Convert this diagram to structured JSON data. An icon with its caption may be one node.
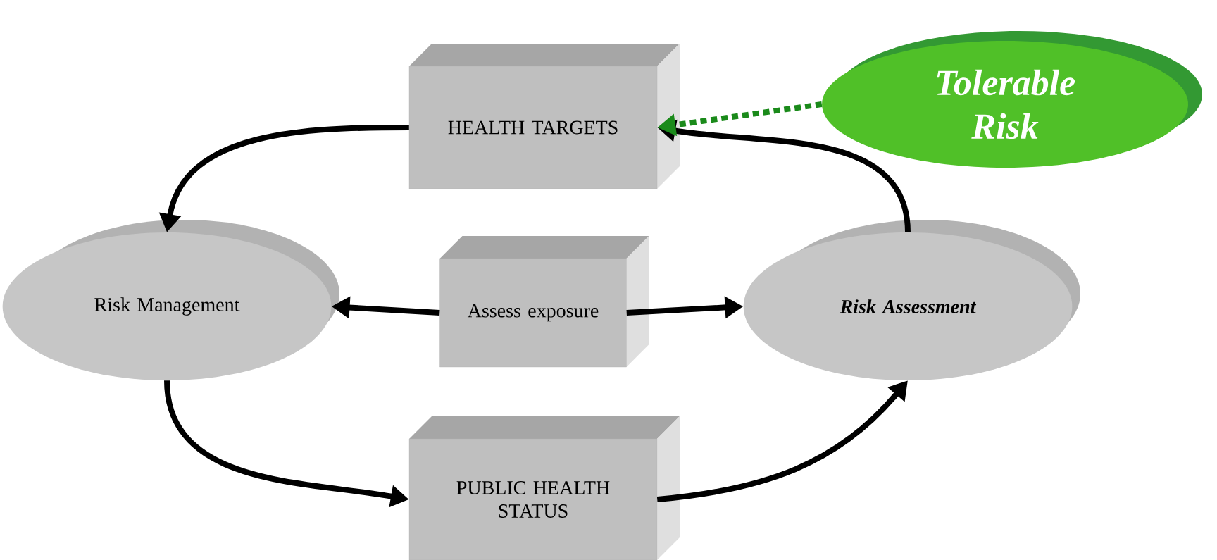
{
  "diagram": {
    "nodes": [
      {
        "text": [
          "HEALTH TARGETS"
        ]
      },
      {
        "text": [
          "Tolerable Risk"
        ]
      },
      {
        "text": [
          "Risk Management"
        ]
      },
      {
        "text": [
          "Assess exposure"
        ]
      },
      {
        "text": [
          "Risk Assessment"
        ]
      },
      {
        "text": [
          "PUBLIC HEALTH STATUS"
        ]
      }
    ],
    "edges": [
      {
        "from": 0,
        "to": 2,
        "arrow": "to"
      },
      {
        "from": 4,
        "to": 0,
        "arrow": "to"
      },
      {
        "from": 1,
        "to": 0,
        "arrow": "to",
        "style": "dashed",
        "color": "#1a8a1a"
      },
      {
        "from": 3,
        "to": 2,
        "arrow": "to"
      },
      {
        "from": 3,
        "to": 4,
        "arrow": "to"
      },
      {
        "from": 2,
        "to": 5,
        "arrow": "to"
      },
      {
        "from": 5,
        "to": 4,
        "arrow": "to"
      }
    ]
  }
}
